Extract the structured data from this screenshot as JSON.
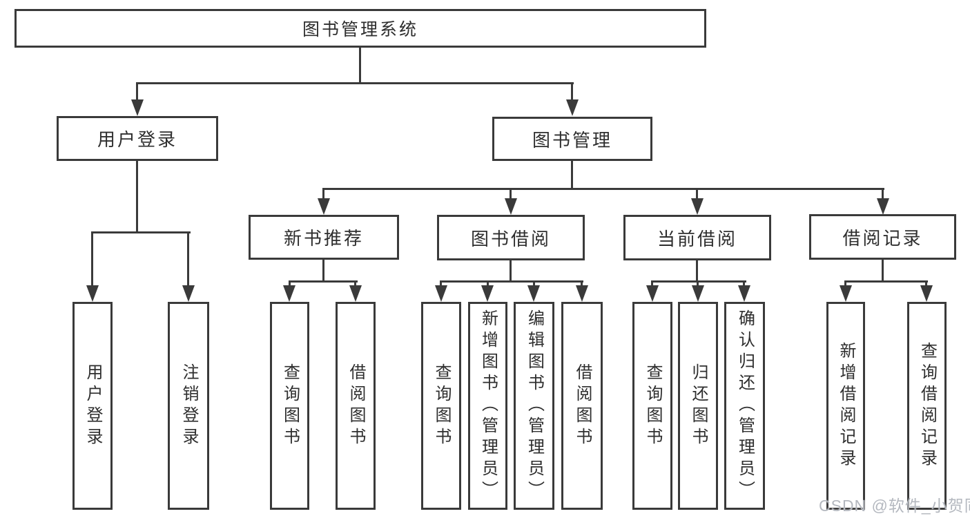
{
  "colors": {
    "bg": "#ffffff",
    "line": "#3a3a3a",
    "text": "#2e2e2e",
    "watermark": "#b4b8bf"
  },
  "watermark": "CSDN @软件_小贺同学",
  "tree": {
    "root": "图书管理系统",
    "level2": [
      "用户登录",
      "图书管理"
    ],
    "level3": [
      "新书推荐",
      "图书借阅",
      "当前借阅",
      "借阅记录"
    ],
    "leaves": {
      "user_login": [
        "用户登录",
        "注销登录"
      ],
      "new_book_rec": [
        "查询图书",
        "借阅图书"
      ],
      "book_borrow": [
        "查询图书",
        "新增图书（管理员）",
        "编辑图书（管理员）",
        "借阅图书"
      ],
      "current_borrow": [
        "查询图书",
        "归还图书",
        "确认归还（管理员）"
      ],
      "borrow_record": [
        "新增借阅记录",
        "查询借阅记录"
      ]
    }
  }
}
